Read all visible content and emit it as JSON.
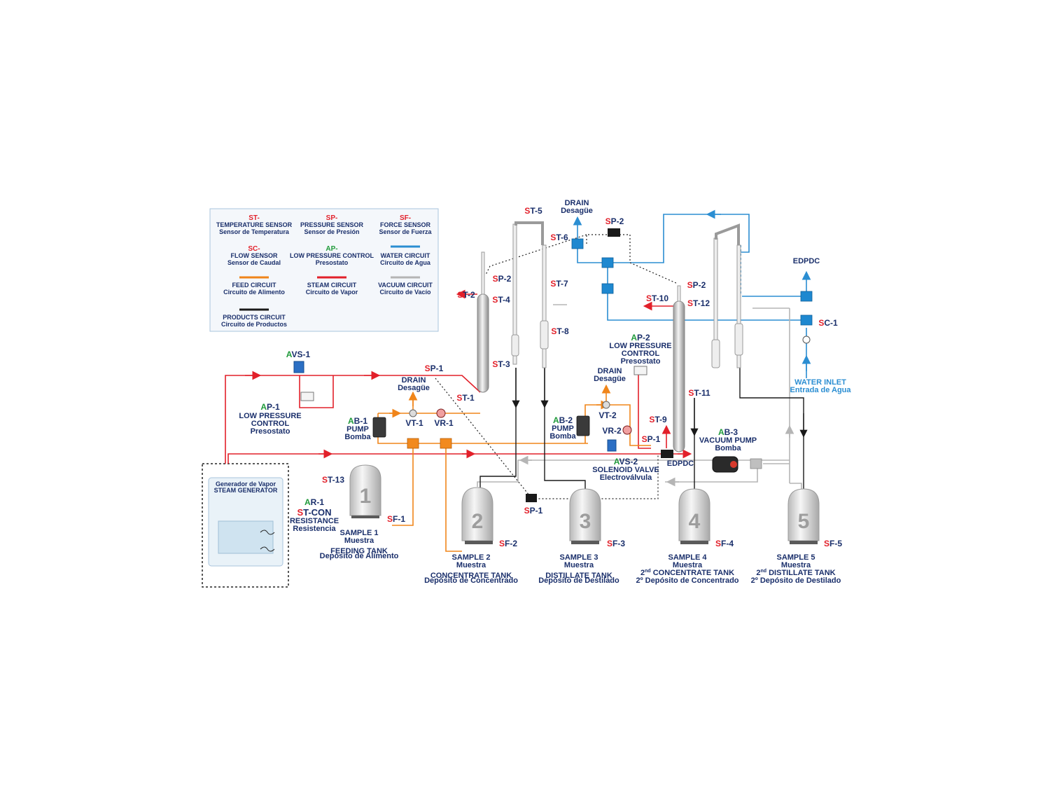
{
  "legend": {
    "st": {
      "code": "ST-",
      "en": "TEMPERATURE SENSOR",
      "es": "Sensor de Temperatura"
    },
    "sp": {
      "code": "SP-",
      "en": "PRESSURE SENSOR",
      "es": "Sensor de Presión"
    },
    "sf": {
      "code": "SF-",
      "en": "FORCE SENSOR",
      "es": "Sensor de Fuerza"
    },
    "sc": {
      "code": "SC-",
      "en": "FLOW SENSOR",
      "es": "Sensor de Caudal"
    },
    "ap": {
      "code": "AP-",
      "en": "LOW PRESSURE CONTROL",
      "es": "Presostato"
    },
    "water": {
      "en": "WATER CIRCUIT",
      "es": "Circuito de Agua",
      "color": "#2b8ed2"
    },
    "feed": {
      "en": "FEED CIRCUIT",
      "es": "Circuito de Alimento",
      "color": "#f0851a"
    },
    "steam": {
      "en": "STEAM CIRCUIT",
      "es": "Circuito de Vapor",
      "color": "#e2202a"
    },
    "vacuum": {
      "en": "VACUUM CIRCUIT",
      "es": "Circuito de Vacío",
      "color": "#b5b5b5"
    },
    "products": {
      "en": "PRODUCTS CIRCUIT",
      "es": "Circuito de Productos",
      "color": "#1a1a1a"
    }
  },
  "steam_generator": {
    "es": "Generador de Vapor",
    "en": "STEAM GENERATOR"
  },
  "components": {
    "avs1": {
      "prefix": "A",
      "rest": "VS-1"
    },
    "ap1": {
      "prefix": "A",
      "rest": "P-1",
      "l1": "LOW PRESSURE",
      "l2": "CONTROL",
      "l3": "Presostato"
    },
    "ab1": {
      "prefix": "A",
      "rest": "B-1",
      "l1": "PUMP",
      "l2": "Bomba"
    },
    "vt1": "VT-1",
    "vr1": "VR-1",
    "drain1": {
      "en": "DRAIN",
      "es": "Desagüe"
    },
    "ab2": {
      "prefix": "A",
      "rest": "B-2",
      "l1": "PUMP",
      "l2": "Bomba"
    },
    "vt2": "VT-2",
    "vr2": "VR-2",
    "drain2": {
      "en": "DRAIN",
      "es": "Desagüe"
    },
    "ap2": {
      "prefix": "A",
      "rest": "P-2",
      "l1": "LOW PRESSURE",
      "l2": "CONTROL",
      "l3": "Presostato"
    },
    "avs2": {
      "prefix": "A",
      "rest": "VS-2",
      "l1": "SOLENOID VALVE",
      "l2": "Electroválvula"
    },
    "edpdc1": "EDPDC",
    "edpdc2": "EDPDC",
    "ab3": {
      "prefix": "A",
      "rest": "B-3",
      "l1": "VACUUM PUMP",
      "l2": "Bomba"
    },
    "drain_top": {
      "en": "DRAIN",
      "es": "Desagüe"
    },
    "water_inlet": {
      "en": "WATER INLET",
      "es": "Entrada de Agua"
    },
    "ar1": {
      "prefix": "A",
      "rest": "R-1"
    },
    "stcon": {
      "prefix": "S",
      "rest": "T-CON",
      "l1": "RESISTANCE",
      "l2": "Resistencia"
    }
  },
  "sensors": {
    "st1": {
      "p": "S",
      "r": "T-1"
    },
    "st2": {
      "p": "S",
      "r": "T-2"
    },
    "st3": {
      "p": "S",
      "r": "T-3"
    },
    "st4": {
      "p": "S",
      "r": "T-4"
    },
    "st5": {
      "p": "S",
      "r": "T-5"
    },
    "st6": {
      "p": "S",
      "r": "T-6"
    },
    "st7": {
      "p": "S",
      "r": "T-7"
    },
    "st8": {
      "p": "S",
      "r": "T-8"
    },
    "st9": {
      "p": "S",
      "r": "T-9"
    },
    "st10": {
      "p": "S",
      "r": "T-10"
    },
    "st11": {
      "p": "S",
      "r": "T-11"
    },
    "st12": {
      "p": "S",
      "r": "T-12"
    },
    "st13": {
      "p": "S",
      "r": "T-13"
    },
    "sp1a": {
      "p": "S",
      "r": "P-1"
    },
    "sp1b": {
      "p": "S",
      "r": "P-1"
    },
    "sp1c": {
      "p": "S",
      "r": "P-1"
    },
    "sp2a": {
      "p": "S",
      "r": "P-2"
    },
    "sp2b": {
      "p": "S",
      "r": "P-2"
    },
    "sp2c": {
      "p": "S",
      "r": "P-2"
    },
    "sc1": {
      "p": "S",
      "r": "C-1"
    },
    "sf1": {
      "p": "S",
      "r": "F-1"
    },
    "sf2": {
      "p": "S",
      "r": "F-2"
    },
    "sf3": {
      "p": "S",
      "r": "F-3"
    },
    "sf4": {
      "p": "S",
      "r": "F-4"
    },
    "sf5": {
      "p": "S",
      "r": "F-5"
    }
  },
  "tanks": [
    {
      "num": "1",
      "l1": "SAMPLE 1",
      "l2": "Muestra",
      "l3a": "",
      "l3sup": "",
      "l3b": "FEEDING TANK",
      "l4": "Depósito de Alimento"
    },
    {
      "num": "2",
      "l1": "SAMPLE 2",
      "l2": "Muestra",
      "l3a": "",
      "l3sup": "",
      "l3b": "CONCENTRATE TANK",
      "l4": "Depósito de Concentrado"
    },
    {
      "num": "3",
      "l1": "SAMPLE 3",
      "l2": "Muestra",
      "l3a": "",
      "l3sup": "",
      "l3b": "DISTILLATE TANK",
      "l4": "Depósito de Destilado"
    },
    {
      "num": "4",
      "l1": "SAMPLE 4",
      "l2": "Muestra",
      "l3a": "2",
      "l3sup": "nd",
      "l3b": " CONCENTRATE TANK",
      "l4": "2º Depósito de Concentrado"
    },
    {
      "num": "5",
      "l1": "SAMPLE 5",
      "l2": "Muestra",
      "l3a": "2",
      "l3sup": "nd",
      "l3b": " DISTILLATE TANK",
      "l4": "2º Depósito de Destilado"
    }
  ]
}
